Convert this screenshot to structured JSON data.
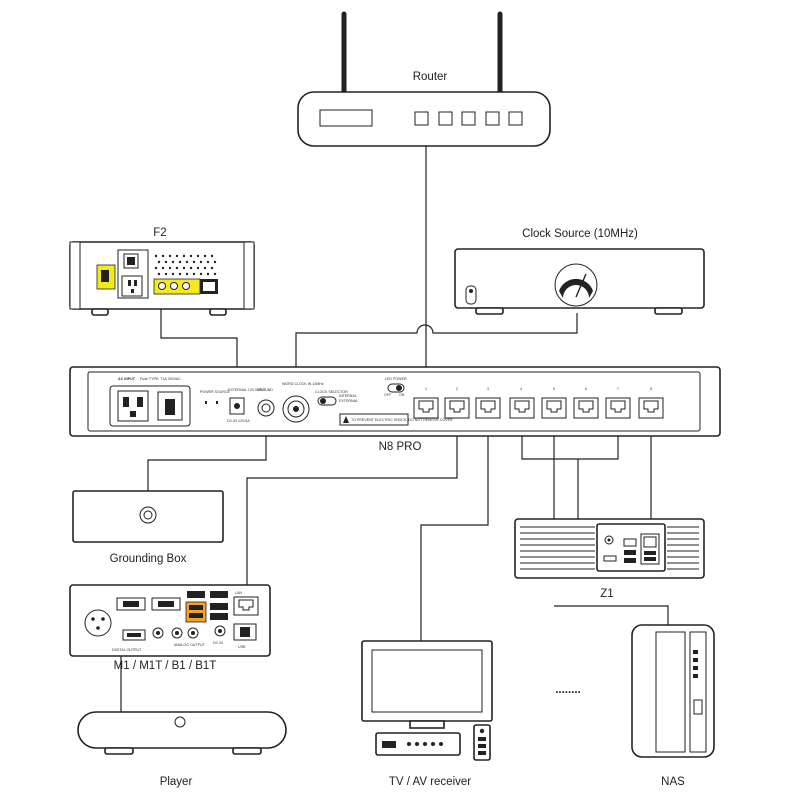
{
  "diagram": {
    "devices": {
      "router": "Router",
      "f2": "F2",
      "clock_source": "Clock Source (10MHz)",
      "n8_pro": "N8 PRO",
      "grounding_box": "Grounding Box",
      "z1": "Z1",
      "m1": "M1 / M1T / B1 / B1T",
      "player": "Player",
      "tv": "TV / AV receiver",
      "nas": "NAS",
      "ellipsis": "........"
    },
    "panel_labels": {
      "ac_input": "AC INPUT",
      "ac_fuse": "Fuse TYPE: T1A 250VAC",
      "power_source": "POWER SOURCE",
      "external_power": "EXTERNAL 12V INPUT",
      "dc_spec": "DC-IN 12V/4A",
      "ground": "GROUND",
      "word_clock": "WORD CLOCK IN 10MHz",
      "clock_selector": "CLOCK SELECTOR",
      "internal": "INTERNAL",
      "external": "EXTERNAL",
      "led_power": "LED POWER",
      "off": "OFF",
      "on": "ON",
      "warning": "TO PREVENT ELECTRIC SHOCK, DO NOT REMOVE COVER",
      "port_numbers": [
        "1",
        "2",
        "3",
        "4",
        "5",
        "6",
        "7",
        "8"
      ],
      "m1_ports": [
        "DIGITAL OUTPUT",
        "ANALOG OUTPUT",
        "DC IN",
        "USB",
        "LAN"
      ]
    }
  }
}
